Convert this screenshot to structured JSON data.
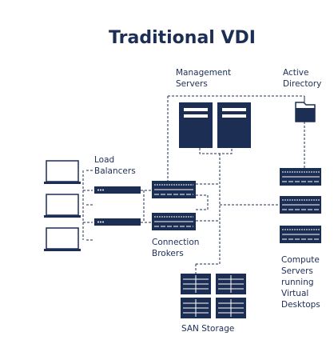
{
  "title": "Traditional VDI",
  "labels": {
    "management": [
      "Management",
      "Servers"
    ],
    "active_directory": [
      "Active",
      "Directory"
    ],
    "load_balancers": [
      "Load",
      "Balancers"
    ],
    "connection_brokers": [
      "Connection",
      "Brokers"
    ],
    "compute": [
      "Compute",
      "Servers",
      "running",
      "Virtual",
      "Desktops"
    ],
    "san_storage": "SAN Storage"
  },
  "colors": {
    "primary": "#1d2e55",
    "background": "#ffffff"
  },
  "icons": {
    "laptop": "laptop-icon",
    "load_balancer": "load-balancer-icon",
    "connection_broker": "connection-broker-icon",
    "management_server": "server-tower-icon",
    "active_directory": "folder-icon",
    "compute_server": "rack-server-icon",
    "san_storage": "storage-array-icon"
  }
}
